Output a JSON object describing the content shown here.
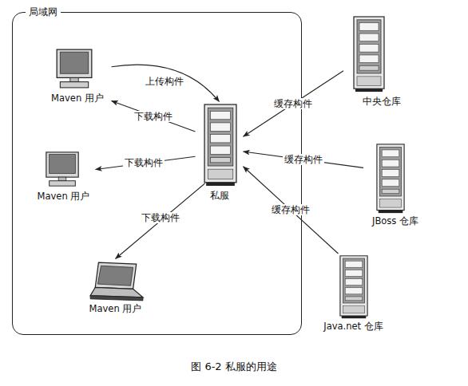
{
  "diagram": {
    "caption": "图 6-2 私服的用途",
    "nodes": [
      {
        "text": [
          "局域网"
        ]
      },
      {
        "text": [
          "Maven 用户"
        ],
        "in": 0
      },
      {
        "text": [
          "私服"
        ],
        "in": 0
      },
      {
        "text": [
          "Maven 用户"
        ],
        "in": 0
      },
      {
        "text": [
          "Maven 用户"
        ],
        "in": 0
      },
      {
        "text": [
          "中央仓库"
        ]
      },
      {
        "text": [
          "JBoss 仓库"
        ]
      },
      {
        "text": [
          "Java.net 仓库"
        ]
      }
    ],
    "edges": [
      {
        "from": 1,
        "to": 2,
        "label": "上传构件",
        "arrow": "to"
      },
      {
        "from": 2,
        "to": 1,
        "label": "下载构件",
        "arrow": "to"
      },
      {
        "from": 2,
        "to": 3,
        "label": "下载构件",
        "arrow": "to"
      },
      {
        "from": 2,
        "to": 4,
        "label": "下载构件",
        "arrow": "to"
      },
      {
        "from": 5,
        "to": 2,
        "label": "缓存构件",
        "arrow": "to"
      },
      {
        "from": 6,
        "to": 2,
        "label": "缓存构件",
        "arrow": "to"
      },
      {
        "from": 7,
        "to": 2,
        "label": "缓存构件",
        "arrow": "to"
      }
    ]
  }
}
